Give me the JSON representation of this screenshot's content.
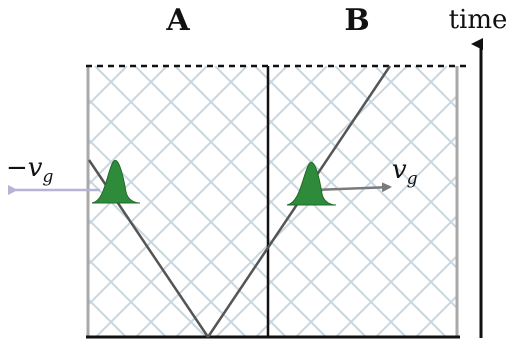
{
  "labels": {
    "region_a": "A",
    "region_b": "B",
    "time_axis": "time",
    "left_velocity": "−v",
    "left_velocity_sub": "g",
    "right_velocity": "v",
    "right_velocity_sub": "g"
  },
  "colors": {
    "background": "#ffffff",
    "grid_lines": "#c9d6df",
    "box_border": "#a8a8a8",
    "divider": "#111111",
    "trajectory": "#555555",
    "packet": "#2e8b3a",
    "packet_edge": "#1f6b2a",
    "left_arrow": "#b7b3d8",
    "right_arrow": "#7a7a7a"
  },
  "icons": {
    "left_packet": "green-wavepacket-icon",
    "right_packet": "green-wavepacket-icon"
  }
}
